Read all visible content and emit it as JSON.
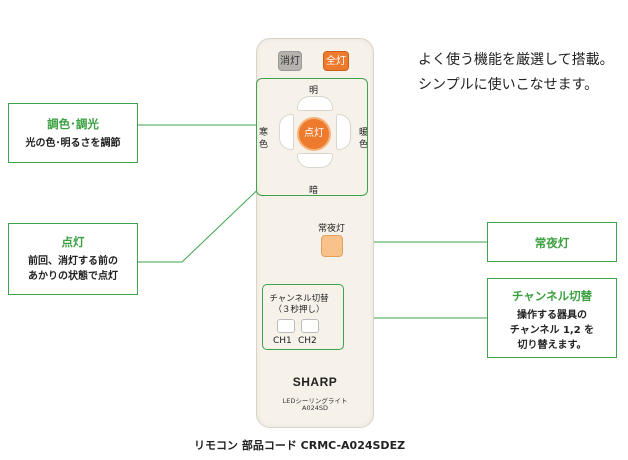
{
  "tagline": {
    "line1": "よく使う機能を厳選して搭載。",
    "line2": "シンプルに使いこなせます。"
  },
  "remote": {
    "off_label": "消灯",
    "on_label": "全灯",
    "bright_label": "明",
    "dark_label": "暗",
    "cool_label_1": "寒",
    "cool_label_2": "色",
    "warm_label_1": "暖",
    "warm_label_2": "色",
    "center_label": "点灯",
    "night_label": "常夜灯",
    "channel_title": "チャンネル切替",
    "channel_sub": "（３秒押し）",
    "ch1_label": "CH1",
    "ch2_label": "CH2",
    "brand": "SHARP",
    "product": "LEDシーリングライト",
    "model": "A024SD"
  },
  "callouts": {
    "dimming": {
      "title": "調色･調光",
      "desc": "光の色･明るさを調節"
    },
    "light_on": {
      "title": "点灯",
      "desc_1": "前回、消灯する前の",
      "desc_2": "あかりの状態で点灯"
    },
    "night_light": {
      "title": "常夜灯"
    },
    "channel": {
      "title": "チャンネル切替",
      "desc_1": "操作する器具の",
      "desc_2": "チャンネル 1,2 を",
      "desc_3": "切り替えます。"
    }
  },
  "caption": "リモコン 部品コード CRMC-A024SDEZ",
  "colors": {
    "accent_green": "#3aa040",
    "button_orange": "#ee7a2e",
    "night_orange": "#f9c28a"
  }
}
